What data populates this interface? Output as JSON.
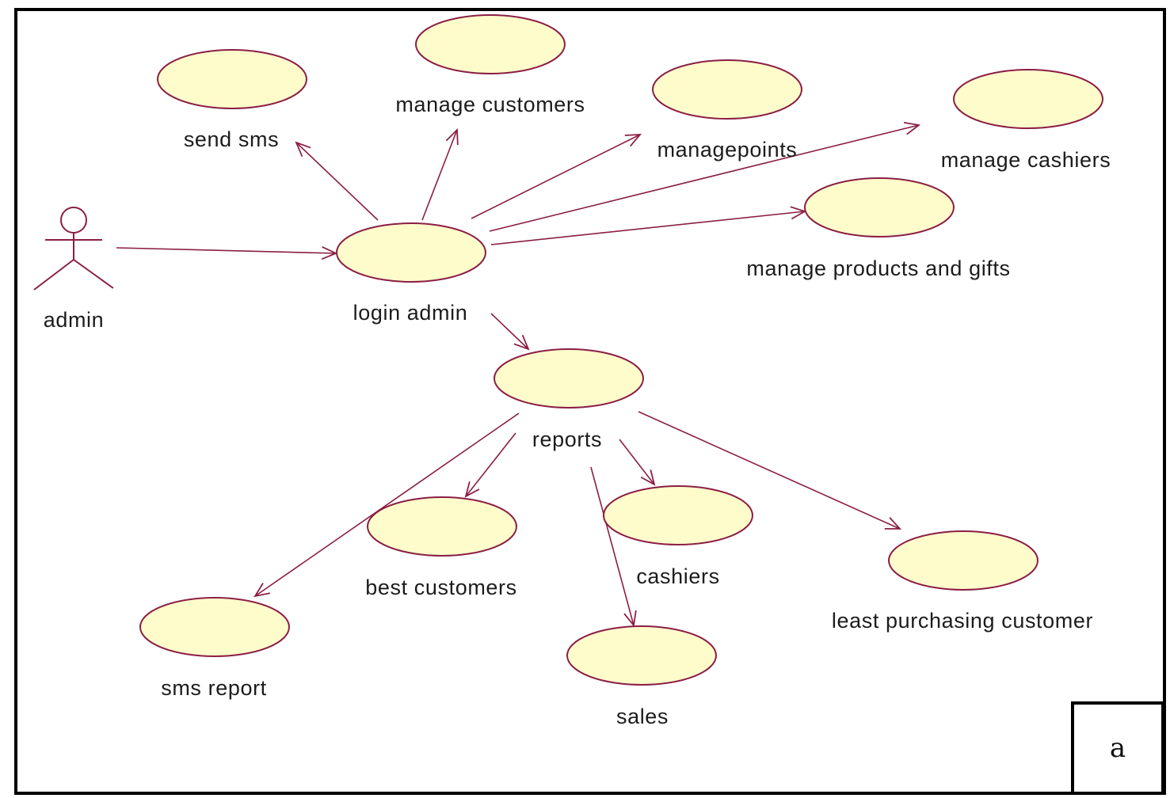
{
  "diagram": {
    "type": "use-case",
    "colors": {
      "usecase_fill": "#FEFCCB",
      "usecase_stroke": "#8B1E45",
      "line": "#8B1E45",
      "text": "#1c1c1c",
      "frame": "#000000"
    },
    "actor": {
      "id": "admin",
      "label": "admin"
    },
    "use_cases": [
      {
        "id": "send_sms",
        "label": "send sms"
      },
      {
        "id": "manage_customers",
        "label": "manage customers"
      },
      {
        "id": "managepoints",
        "label": "managepoints"
      },
      {
        "id": "manage_cashiers",
        "label": "manage cashiers"
      },
      {
        "id": "manage_products_gifts",
        "label": "manage products and gifts"
      },
      {
        "id": "login_admin",
        "label": "login admin"
      },
      {
        "id": "reports",
        "label": "reports"
      },
      {
        "id": "best_customers",
        "label": "best customers"
      },
      {
        "id": "sms_report",
        "label": "sms report"
      },
      {
        "id": "cashiers",
        "label": "cashiers"
      },
      {
        "id": "sales",
        "label": "sales"
      },
      {
        "id": "least_purchasing_customer",
        "label": "least purchasing customer"
      }
    ],
    "relations": [
      {
        "from": "admin",
        "to": "login_admin"
      },
      {
        "from": "login_admin",
        "to": "send_sms"
      },
      {
        "from": "login_admin",
        "to": "manage_customers"
      },
      {
        "from": "login_admin",
        "to": "managepoints"
      },
      {
        "from": "login_admin",
        "to": "manage_cashiers"
      },
      {
        "from": "login_admin",
        "to": "manage_products_gifts"
      },
      {
        "from": "login_admin",
        "to": "reports"
      },
      {
        "from": "reports",
        "to": "sms_report"
      },
      {
        "from": "reports",
        "to": "best_customers"
      },
      {
        "from": "reports",
        "to": "sales"
      },
      {
        "from": "reports",
        "to": "cashiers"
      },
      {
        "from": "reports",
        "to": "least_purchasing_customer"
      }
    ],
    "corner_tag": "a"
  }
}
